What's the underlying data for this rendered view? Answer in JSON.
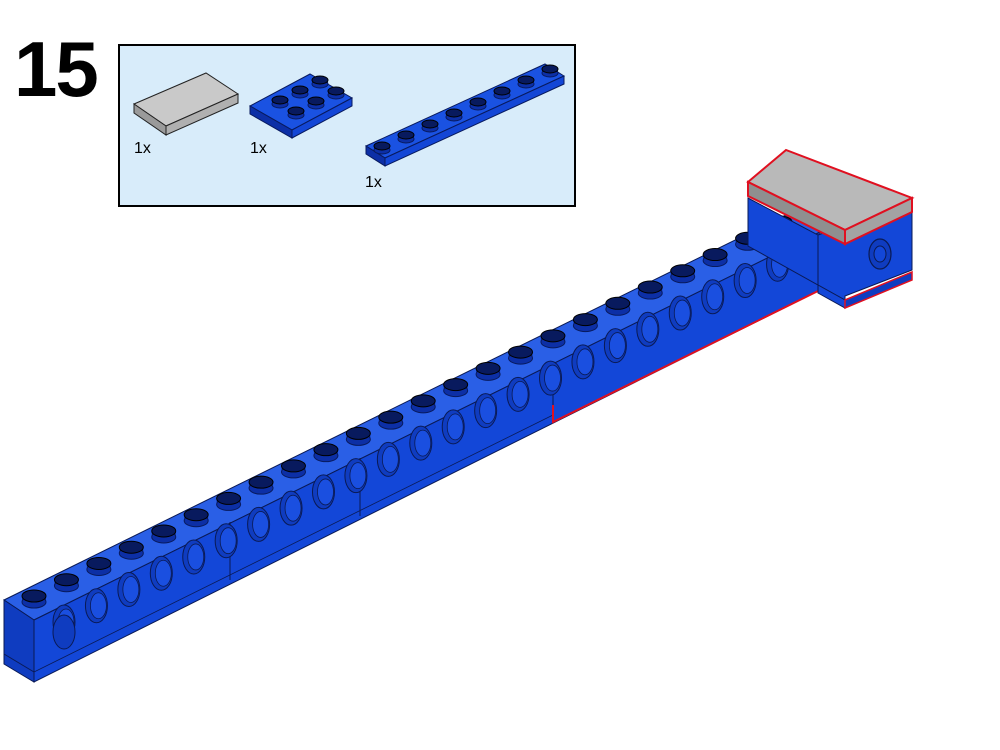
{
  "step": {
    "number": "15"
  },
  "parts_list": {
    "parts": [
      {
        "name": "gray-tile-2x3",
        "color": "#b4b4b4",
        "quantity": "1x"
      },
      {
        "name": "blue-plate-2x3",
        "color": "#1346d6",
        "quantity": "1x"
      },
      {
        "name": "blue-plate-1x8",
        "color": "#1346d6",
        "quantity": "1x"
      }
    ]
  },
  "colors": {
    "brick_blue": "#1347d8",
    "brick_blue_dark": "#0c2fa6",
    "brick_blue_top": "#2a5fe6",
    "tile_gray": "#b9b9b9",
    "highlight_red": "#e01020",
    "panel_bg": "#d8ecfa"
  }
}
